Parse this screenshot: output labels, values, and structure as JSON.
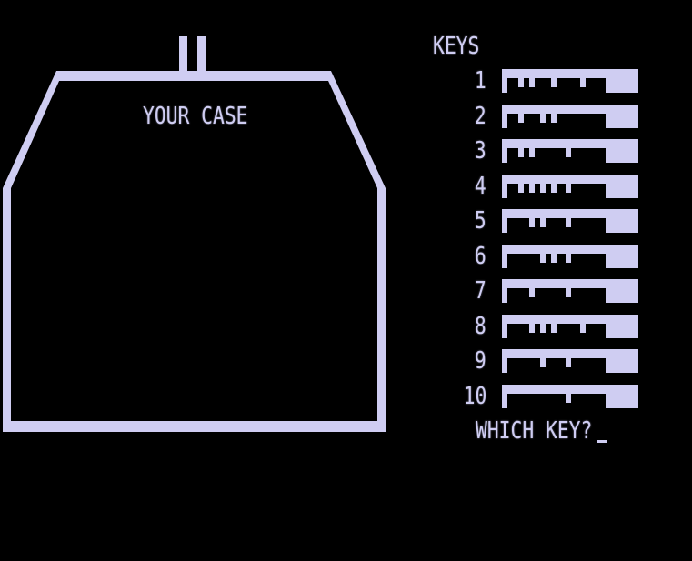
{
  "colors": {
    "background": "#000000",
    "phosphor": "#cfcdf2"
  },
  "case": {
    "label": "YOUR CASE"
  },
  "keys": {
    "header": "KEYS",
    "items": [
      {
        "number": "1",
        "teeth": [
          1,
          2,
          4,
          6
        ]
      },
      {
        "number": "2",
        "teeth": [
          1,
          3,
          4
        ]
      },
      {
        "number": "3",
        "teeth": [
          1,
          2,
          5
        ]
      },
      {
        "number": "4",
        "teeth": [
          1,
          2,
          3,
          4,
          5
        ]
      },
      {
        "number": "5",
        "teeth": [
          2,
          3,
          5
        ]
      },
      {
        "number": "6",
        "teeth": [
          3,
          4,
          5
        ]
      },
      {
        "number": "7",
        "teeth": [
          2,
          5
        ]
      },
      {
        "number": "8",
        "teeth": [
          2,
          3,
          4,
          6
        ]
      },
      {
        "number": "9",
        "teeth": [
          3,
          5
        ]
      },
      {
        "number": "10",
        "teeth": [
          5
        ]
      }
    ]
  },
  "prompt": {
    "text": "WHICH KEY?"
  }
}
